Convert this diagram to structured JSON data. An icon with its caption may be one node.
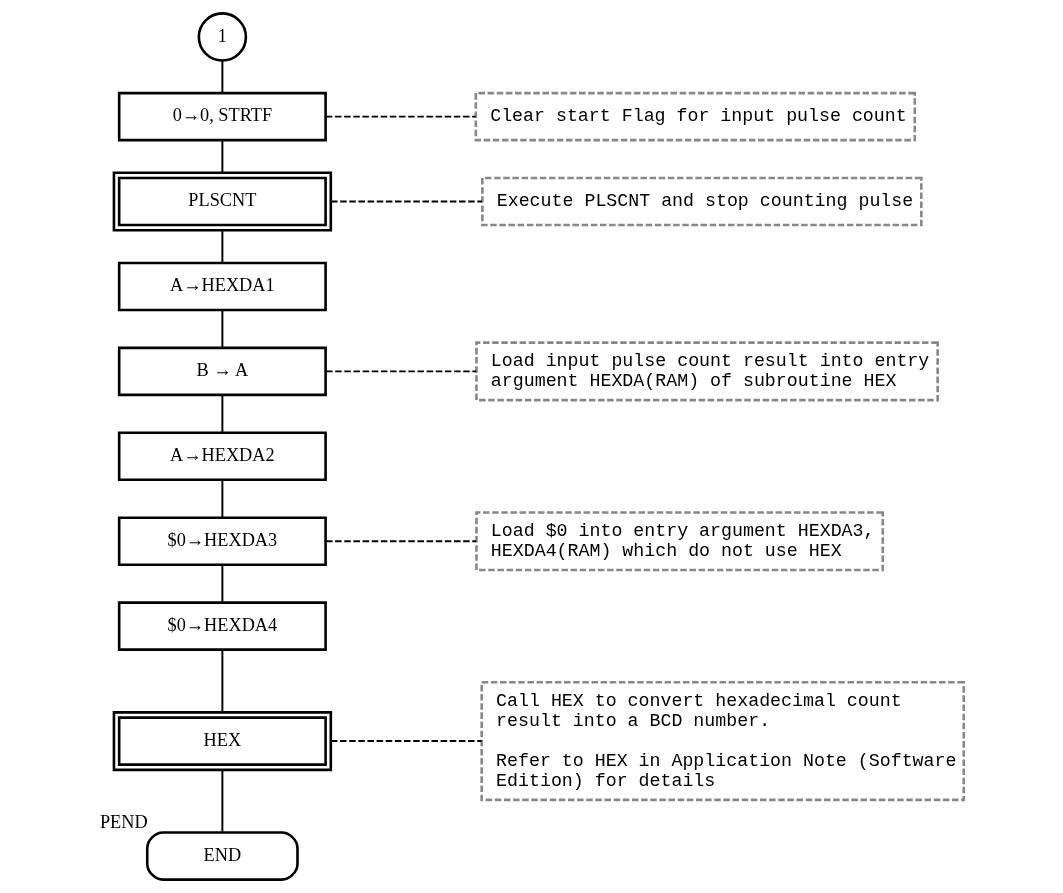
{
  "diagram": {
    "nodes": [
      {
        "text": [
          "1"
        ]
      },
      {
        "text": [
          "0→0, STRTF"
        ]
      },
      {
        "text": [
          "PLSCNT"
        ]
      },
      {
        "text": [
          "A→HEXDA1"
        ]
      },
      {
        "text": [
          "B → A"
        ]
      },
      {
        "text": [
          "A→HEXDA2"
        ]
      },
      {
        "text": [
          "$0→HEXDA3"
        ]
      },
      {
        "text": [
          "$0→HEXDA4"
        ]
      },
      {
        "text": [
          "HEX"
        ]
      },
      {
        "text": [
          "END"
        ],
        "beside": [
          "PEND"
        ]
      },
      {
        "text": [
          "Clear start Flag for input pulse count"
        ]
      },
      {
        "text": [
          "Execute PLSCNT and stop counting pulse"
        ]
      },
      {
        "text": [
          "Load input pulse count result into entry argument HEXDA(RAM) of subroutine HEX"
        ]
      },
      {
        "text": [
          "Load $0 into entry argument HEXDA3, HEXDA4(RAM) which do not use HEX"
        ]
      },
      {
        "text": [
          "Call HEX to convert hexadecimal count result into a BCD number.",
          "Refer to HEX in Application Note (Software Edition) for details"
        ]
      }
    ],
    "edges": [
      {
        "from": 0,
        "to": 1,
        "arrow": "none"
      },
      {
        "from": 1,
        "to": 2,
        "arrow": "none"
      },
      {
        "from": 2,
        "to": 3,
        "arrow": "none"
      },
      {
        "from": 3,
        "to": 4,
        "arrow": "none"
      },
      {
        "from": 4,
        "to": 5,
        "arrow": "none"
      },
      {
        "from": 5,
        "to": 6,
        "arrow": "none"
      },
      {
        "from": 6,
        "to": 7,
        "arrow": "none"
      },
      {
        "from": 7,
        "to": 8,
        "arrow": "none"
      },
      {
        "from": 8,
        "to": 9,
        "arrow": "none"
      },
      {
        "from": 1,
        "to": 10,
        "arrow": "none",
        "style": "dashed"
      },
      {
        "from": 2,
        "to": 11,
        "arrow": "none",
        "style": "dashed"
      },
      {
        "from": 4,
        "to": 12,
        "arrow": "none",
        "style": "dashed"
      },
      {
        "from": 6,
        "to": 13,
        "arrow": "none",
        "style": "dashed"
      },
      {
        "from": 8,
        "to": 14,
        "arrow": "none",
        "style": "dashed"
      }
    ]
  }
}
